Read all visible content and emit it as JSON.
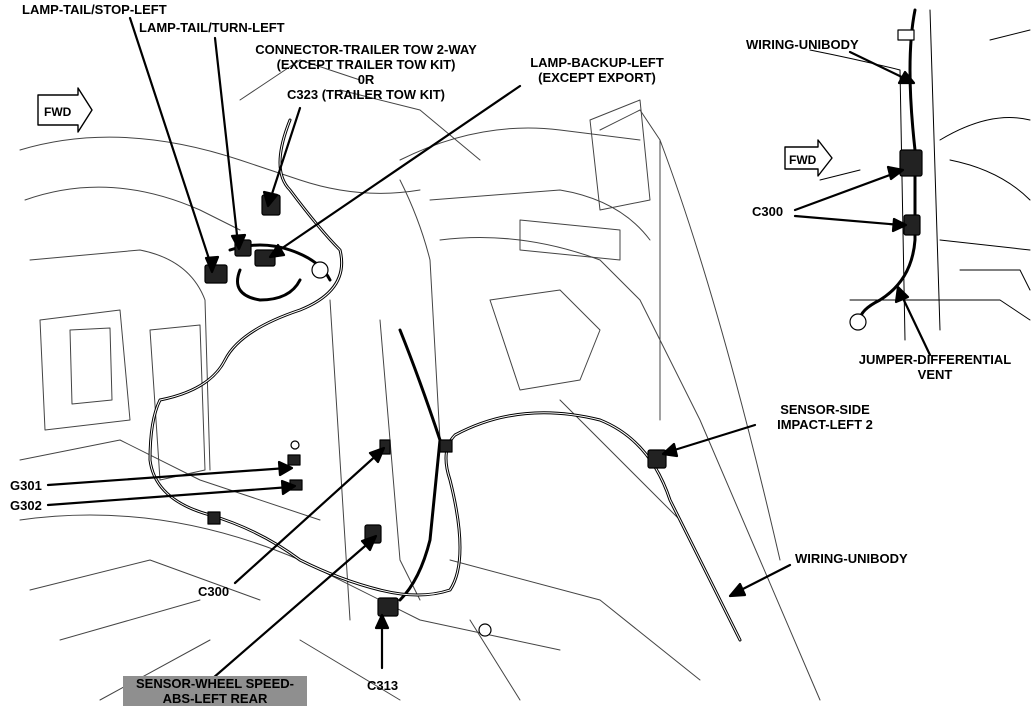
{
  "labels": {
    "lamp_tail_stop_left": "LAMP-TAIL/STOP-LEFT",
    "lamp_tail_turn_left": "LAMP-TAIL/TURN-LEFT",
    "connector_trailer": [
      "CONNECTOR-TRAILER TOW 2-WAY",
      "(EXCEPT TRAILER TOW KIT)",
      "0R",
      "C323 (TRAILER TOW KIT)"
    ],
    "lamp_backup_left": [
      "LAMP-BACKUP-LEFT",
      "(EXCEPT EXPORT)"
    ],
    "wiring_unibody_top": "WIRING-UNIBODY",
    "c300_inset": "C300",
    "jumper_differential_vent": [
      "JUMPER-DIFFERENTIAL",
      "VENT"
    ],
    "sensor_side_impact": [
      "SENSOR-SIDE",
      "IMPACT-LEFT 2"
    ],
    "wiring_unibody_main": "WIRING-UNIBODY",
    "g301": "G301",
    "g302": "G302",
    "c300_main": "C300",
    "sensor_wheel_speed": [
      "SENSOR-WHEEL SPEED-",
      "ABS-LEFT REAR"
    ],
    "c313": "C313",
    "fwd_main": "FWD",
    "fwd_inset": "FWD"
  },
  "colors": {
    "line": "#000000",
    "highlight": "#8f8f8f"
  }
}
